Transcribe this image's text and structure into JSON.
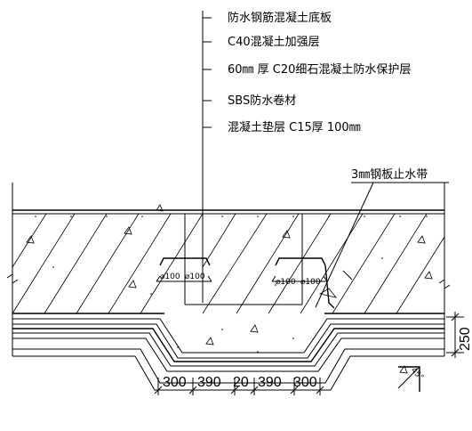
{
  "labels": {
    "layer1": "防水钢筋混凝土底板",
    "layer2": "C40混凝土加强层",
    "layer3": "60㎜ 厚 C20细石混凝土防水保护层",
    "layer4": "SBS防水卷材",
    "layer5": "混凝土垫层 C15厚 100㎜",
    "waterstop": "3㎜钢板止水带"
  },
  "rebar_marks": {
    "left_a": "⌀100",
    "left_b": "⌀100",
    "right_a": "⌀100",
    "right_b": "⌀100"
  },
  "dimensions": {
    "d1": "300",
    "d2": "390",
    "d3": "20",
    "d4": "390",
    "d5": "300",
    "depth": "250",
    "slope": "45°"
  }
}
